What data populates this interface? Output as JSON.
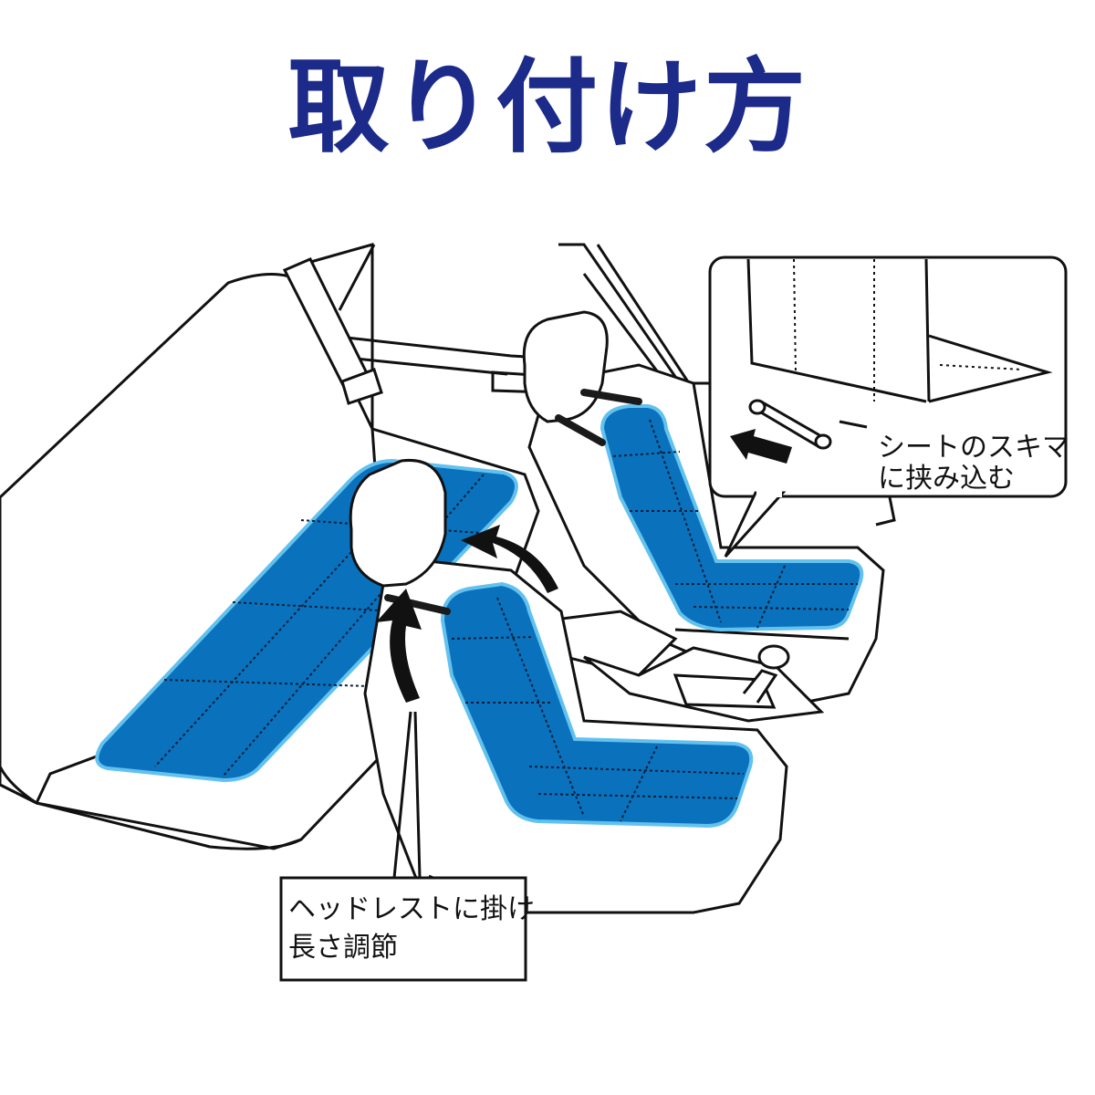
{
  "title": "取り付け方",
  "callouts": {
    "seat_gap": {
      "line1": "シートのスキマ",
      "line2": "に挟み込む"
    },
    "headrest": {
      "line1": "ヘッドレストに掛け",
      "line2": "長さ調節"
    }
  },
  "colors": {
    "title": "#1c2a8a",
    "cover_fill": "#0a72bd",
    "cover_edge": "#62c1ee",
    "outline": "#111111",
    "background": "#ffffff"
  }
}
